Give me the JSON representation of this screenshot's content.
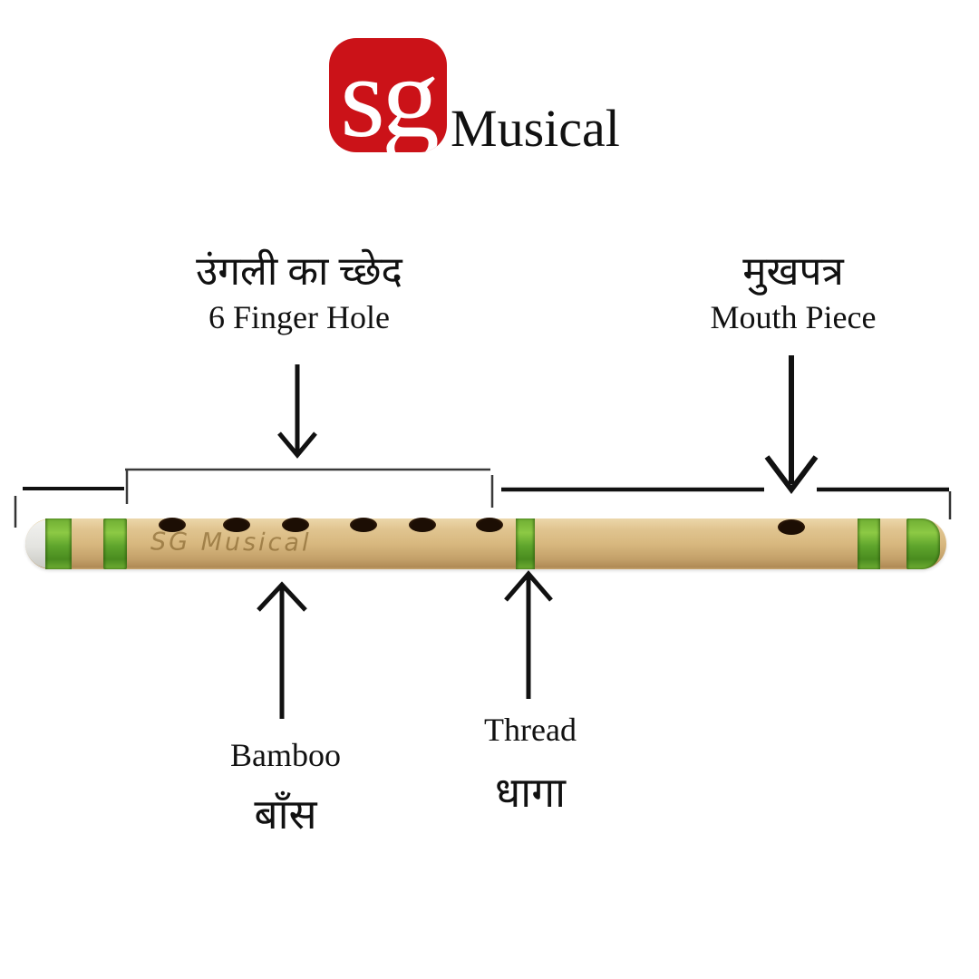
{
  "brand": {
    "logo_text": "sg",
    "name": "Musical",
    "logo_color": "#cb1218"
  },
  "labels": {
    "finger_hole": {
      "hindi": "उंगली का च्छेद",
      "english": "6 Finger Hole"
    },
    "mouth_piece": {
      "hindi": "मुखपत्र",
      "english": "Mouth Piece"
    },
    "bamboo": {
      "english": "Bamboo",
      "hindi": "बाँस"
    },
    "thread": {
      "english": "Thread",
      "hindi": "धागा"
    }
  },
  "flute": {
    "engraving": "SG Musical",
    "finger_hole_count": 6,
    "colors": {
      "bamboo": "#d8b87f",
      "thread_green": "#5ea42c",
      "hole": "#1c0e04",
      "cork": "#e9e9e6",
      "annotation_line": "#111111"
    }
  }
}
